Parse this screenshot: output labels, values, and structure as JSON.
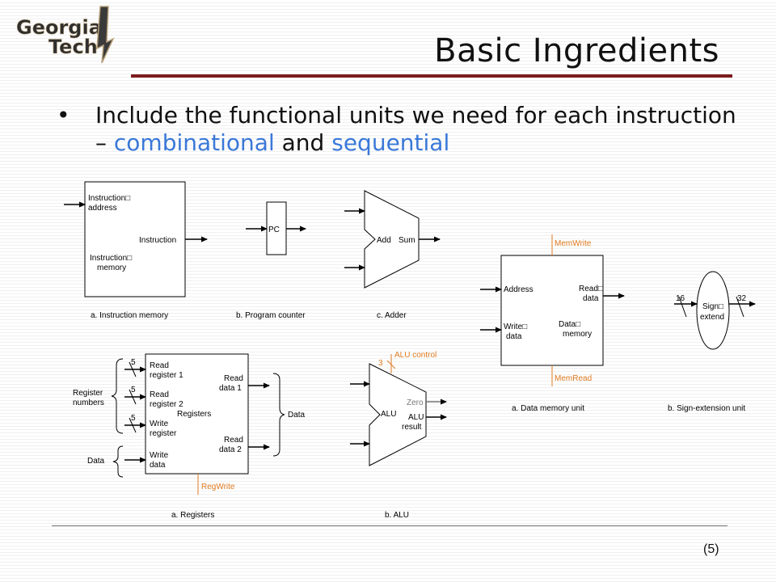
{
  "logo": {
    "line1": "Georgia",
    "line2": "Tech"
  },
  "title": "Basic Ingredients",
  "bullet": {
    "prefix": "Include the functional units we need for each instruction – ",
    "word1": "combinational",
    "middle": " and ",
    "word2": "sequential"
  },
  "units": {
    "imem": {
      "l1": "Instruction□",
      "l2": "address",
      "out": "Instruction",
      "n1": "Instruction□",
      "n2": "memory",
      "caption": "a. Instruction memory"
    },
    "pc": {
      "label": "PC",
      "caption": "b. Program counter"
    },
    "adder": {
      "label": "Add",
      "out": "Sum",
      "caption": "c. Adder"
    },
    "dmem": {
      "memwrite": "MemWrite",
      "address": "Address",
      "rd1": "Read□",
      "rd2": "data",
      "wd1": "Write□",
      "wd2": "data",
      "n1": "Data□",
      "n2": "memory",
      "memread": "MemRead",
      "caption": "a. Data memory unit"
    },
    "signext": {
      "in": "16",
      "out": "32",
      "l1": "Sign□",
      "l2": "extend",
      "caption": "b. Sign-extension unit"
    },
    "regs": {
      "width1": "5",
      "width2": "5",
      "width3": "5",
      "rr1a": "Read",
      "rr1b": "register 1",
      "rr2a": "Read",
      "rr2b": "register 2",
      "wra": "Write",
      "wrb": "register",
      "wda": "Write",
      "wdb": "data",
      "name": "Registers",
      "rd1a": "Read",
      "rd1b": "data 1",
      "rd2a": "Read",
      "rd2b": "data 2",
      "regnum1": "Register",
      "regnum2": "numbers",
      "data_in": "Data",
      "data_out": "Data",
      "regwrite": "RegWrite",
      "caption": "a. Registers"
    },
    "alu": {
      "ctrl_width": "3",
      "control": "ALU control",
      "zero": "Zero",
      "name": "ALU",
      "res1": "ALU",
      "res2": "result",
      "caption": "b. ALU"
    }
  },
  "colors": {
    "control": "#e07b20",
    "accent": "#3a78d8",
    "rule": "#7d1b1b"
  },
  "page_number": "(5)"
}
